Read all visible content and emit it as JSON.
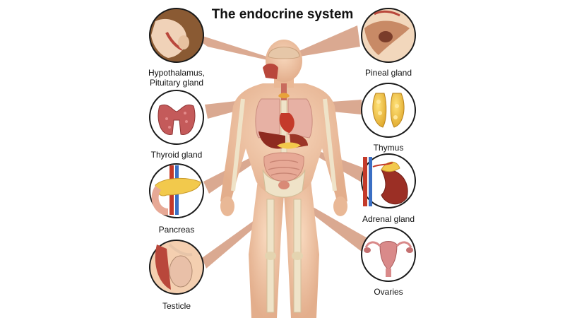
{
  "title": "The endocrine system",
  "organs": [
    {
      "id": "hypothalamus",
      "label": "Hypothalamus,\nPituitary gland",
      "line1": "Hypothalamus,",
      "line2": "Pituitary gland"
    },
    {
      "id": "pineal",
      "label": "Pineal gland"
    },
    {
      "id": "thyroid",
      "label": "Thyroid gland"
    },
    {
      "id": "thymus",
      "label": "Thymus"
    },
    {
      "id": "pancreas",
      "label": "Pancreas"
    },
    {
      "id": "adrenal",
      "label": "Adrenal gland"
    },
    {
      "id": "testicle",
      "label": "Testicle"
    },
    {
      "id": "ovaries",
      "label": "Ovaries"
    }
  ],
  "colors": {
    "skin": "#f2c9a6",
    "skin_shadow": "#dba582",
    "bone": "#efe3c8",
    "pointer": "#d8a48a",
    "circle_border": "#1a1a1a",
    "organ_red": "#b6382b",
    "liver": "#8e2a1f",
    "lung": "#e5b0a6",
    "intestine": "#e7a996",
    "gland_yellow": "#f2c94c"
  }
}
